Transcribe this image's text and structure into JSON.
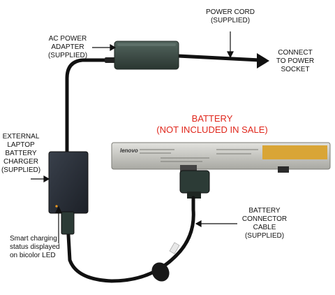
{
  "labels": {
    "power_cord": [
      "POWER CORD",
      "(SUPPLIED)"
    ],
    "ac_adapter": [
      "AC POWER",
      "ADAPTER",
      "(SUPPLIED)"
    ],
    "connect_socket": [
      "CONNECT",
      "TO POWER",
      "SOCKET"
    ],
    "battery_title": [
      "BATTERY",
      "(NOT INCLUDED IN SALE)"
    ],
    "external_charger": [
      "EXTERNAL",
      "LAPTOP",
      "BATTERY",
      "CHARGER",
      "(SUPPLIED)"
    ],
    "connector_cable": [
      "BATTERY",
      "CONNECTOR",
      "CABLE",
      "(SUPPLIED)"
    ],
    "smart_led": [
      "Smart charging",
      "status displayed",
      "on bicolor LED"
    ]
  },
  "battery_brand": "lenovo",
  "colors": {
    "label_red": "#e0261b",
    "cable": "#111111",
    "battery_body": "#c9c9c4",
    "battery_label": "#d9a536",
    "adapter_body": "#3a4a44",
    "charger_body": "#2a2f38"
  }
}
